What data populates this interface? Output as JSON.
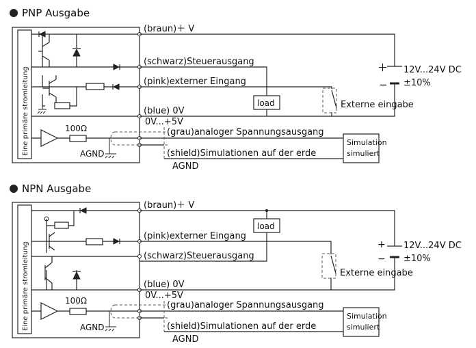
{
  "pnp": {
    "heading": "PNP Ausgabe",
    "side_label": "Eine primäre stromleitung",
    "braun": "(braun)＋ V",
    "schwarz": "(schwarz)Steuerausgang",
    "pink": "(pink)externer Eingang",
    "blue": "(blue) 0V",
    "range": "0V...+5V",
    "grau": "(grau)analoger Spannungsausgang",
    "shield": "(shield)Simulationen auf der erde",
    "agnd_in": "AGND",
    "agnd_out": "AGND",
    "resistor": "100Ω",
    "load": "load",
    "supply_plus": "＋",
    "supply_minus": "−",
    "supply_voltage": "12V...24V DC",
    "supply_tol": "±10%",
    "ext_input": "Externe eingabe",
    "sim_line1": "Simulation",
    "sim_line2": "simuliert"
  },
  "npn": {
    "heading": "NPN Ausgabe",
    "side_label": "Eine primäre stromleitung",
    "braun": "(braun)＋ V",
    "pink": "(pink)externer Eingang",
    "schwarz": "(schwarz)Steuerausgang",
    "blue": "(blue) 0V",
    "range": "0V...+5V",
    "grau": "(grau)analoger Spannungsausgang",
    "shield": "(shield)Simulationen auf der erde",
    "agnd_in": "AGND",
    "agnd_out": "AGND",
    "resistor": "100Ω",
    "load": "load",
    "supply_plus": "+",
    "supply_minus": "−",
    "supply_voltage": "12V...24V DC",
    "supply_tol": "±10%",
    "ext_input": "Externe eingabe",
    "sim_line1": "Simulation",
    "sim_line2": "simuliert"
  }
}
